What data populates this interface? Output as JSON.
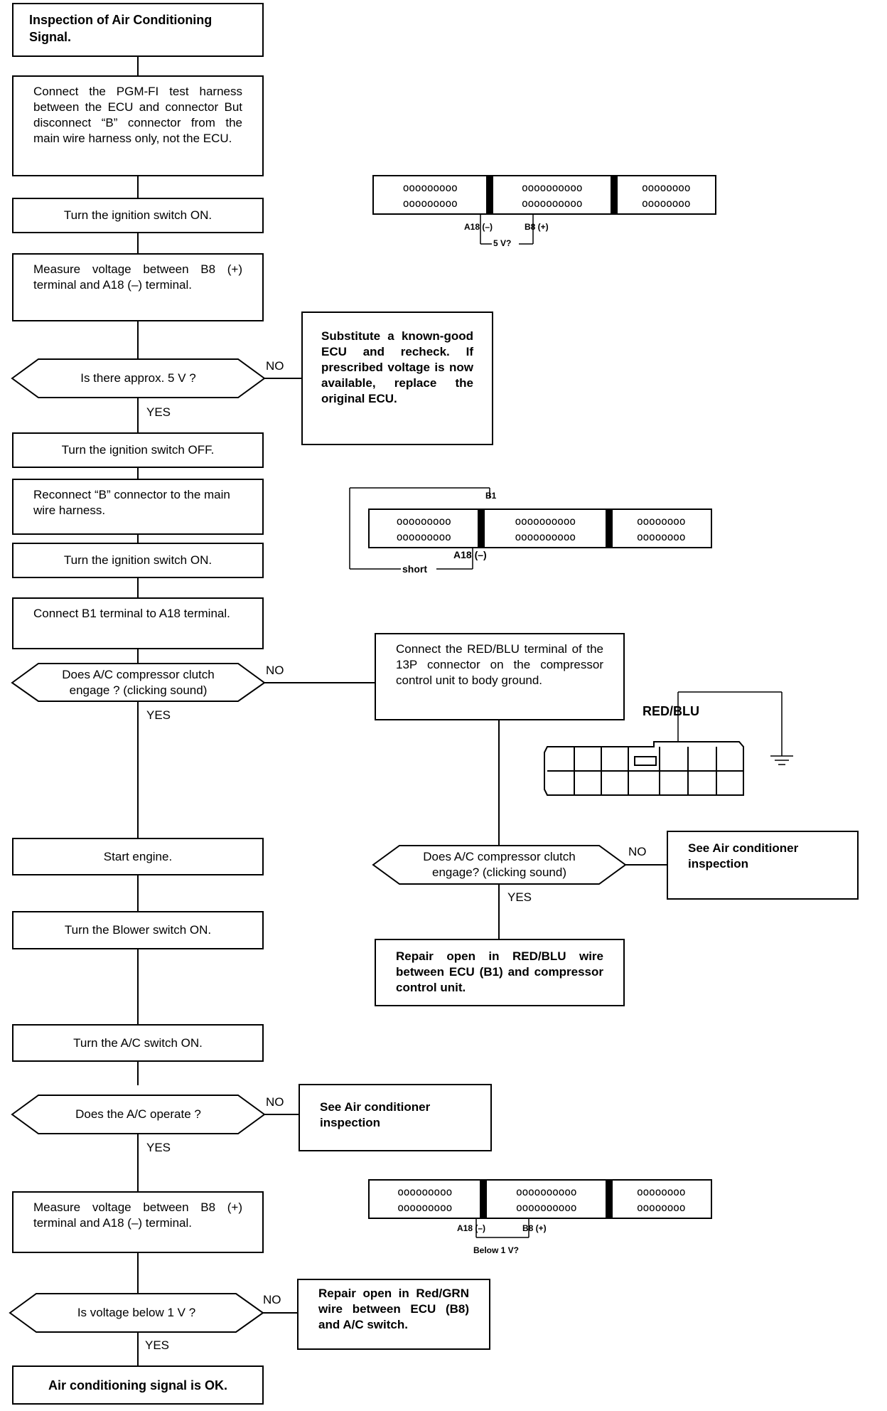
{
  "boxes": {
    "title": "Inspection of Air Conditioning Signal.",
    "connect_harness": "Connect the PGM-FI test harness between the ECU and connector But disconnect “B” connector from the main wire harness only, not the ECU.",
    "ign_on_1": "Turn the ignition switch ON.",
    "measure_1": "Measure voltage between B8 (+) terminal and A18 (–) terminal.",
    "substitute_ecu": "Substitute a known-good ECU and recheck. If prescribed voltage is now available, replace the original ECU.",
    "ign_off": "Turn the ignition switch OFF.",
    "reconnect_b": "Reconnect “B” connector to the main wire harness.",
    "ign_on_2": "Turn the ignition switch ON.",
    "connect_b1": "Connect B1 terminal to A18 terminal.",
    "connect_redblu": "Connect the RED/BLU terminal of the 13P connector on the compressor control unit to body ground.",
    "start_engine": "Start engine.",
    "see_ac_1": "See Air conditioner inspection",
    "blower_on": "Turn the Blower switch ON.",
    "repair_redblu": "Repair open in RED/BLU wire between ECU (B1) and compressor control unit.",
    "ac_on": "Turn the A/C switch ON.",
    "see_ac_2": "See Air conditioner inspection",
    "measure_2": "Measure voltage between B8 (+) terminal and A18 (–) terminal.",
    "repair_redgrn": "Repair open in Red/GRN wire between ECU (B8) and A/C switch.",
    "signal_ok": "Air conditioning signal is OK."
  },
  "decisions": {
    "q_5v": "Is there approx. 5 V ?",
    "q_clutch_1": "Does A/C compressor clutch engage ? (clicking sound)",
    "q_clutch_2": "Does A/C compressor clutch engage? (clicking sound)",
    "q_operate": "Does the A/C operate ?",
    "q_below_1v": "Is voltage below 1 V ?"
  },
  "branches": {
    "yes": "YES",
    "no": "NO"
  },
  "connector_diagrams": {
    "pin_rows": {
      "a": [
        "ooooooooo",
        "ooooooooo"
      ],
      "b": [
        "oooooooooo",
        "oooooooooo"
      ],
      "d": [
        "oooooooo",
        "oooooooo"
      ]
    },
    "diagram1": {
      "a18": "A18 (–)",
      "b8": "B8 (+)",
      "reading": "5 V?"
    },
    "diagram2": {
      "b1": "B1",
      "a18": "A18 (–)",
      "jumper": "short"
    },
    "diagram3": {
      "a18": "A18 (–)",
      "b8": "B8 (+)",
      "reading": "Below 1 V?"
    }
  },
  "compressor_unit": {
    "wire_label": "RED/BLU",
    "ground_icon": "ground-symbol-icon"
  }
}
